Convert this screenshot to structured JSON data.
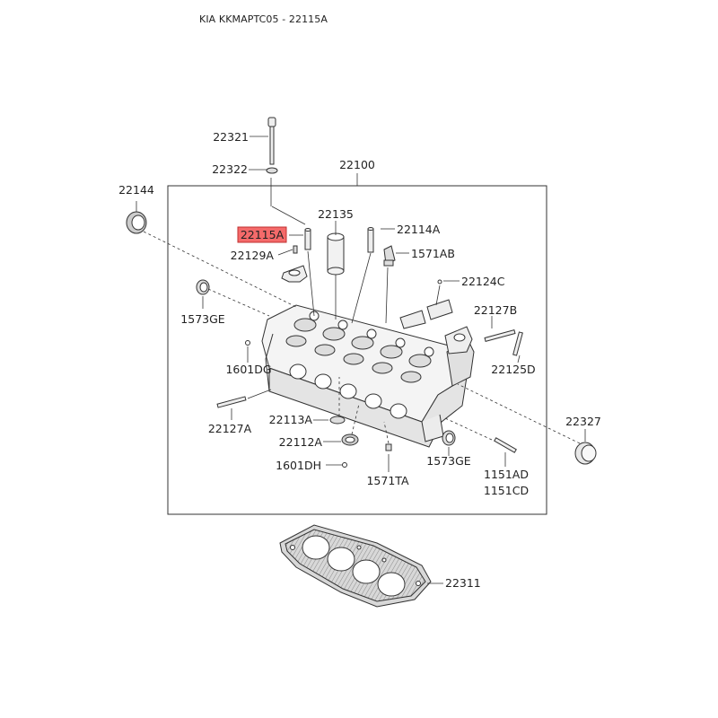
{
  "header": {
    "title": "KIA KKMAPTC05 - 22115A"
  },
  "diagram": {
    "highlight_color": "#f46a6a",
    "line_color": "#333333",
    "labels": [
      {
        "id": "22321",
        "text": "22321"
      },
      {
        "id": "22322",
        "text": "22322"
      },
      {
        "id": "22100",
        "text": "22100"
      },
      {
        "id": "22144",
        "text": "22144"
      },
      {
        "id": "22135",
        "text": "22135"
      },
      {
        "id": "22114A",
        "text": "22114A"
      },
      {
        "id": "22115A",
        "text": "22115A",
        "highlighted": true
      },
      {
        "id": "22129A",
        "text": "22129A"
      },
      {
        "id": "1571AB",
        "text": "1571AB"
      },
      {
        "id": "22124C",
        "text": "22124C"
      },
      {
        "id": "1573GE-left",
        "text": "1573GE"
      },
      {
        "id": "22127B",
        "text": "22127B"
      },
      {
        "id": "1601DG",
        "text": "1601DG"
      },
      {
        "id": "22125D",
        "text": "22125D"
      },
      {
        "id": "22127A",
        "text": "22127A"
      },
      {
        "id": "22113A",
        "text": "22113A"
      },
      {
        "id": "22327",
        "text": "22327"
      },
      {
        "id": "22112A",
        "text": "22112A"
      },
      {
        "id": "1573GE-right",
        "text": "1573GE"
      },
      {
        "id": "1601DH",
        "text": "1601DH"
      },
      {
        "id": "1571TA",
        "text": "1571TA"
      },
      {
        "id": "1151AD",
        "text": "1151AD"
      },
      {
        "id": "1151CD",
        "text": "1151CD"
      },
      {
        "id": "22311",
        "text": "22311"
      }
    ]
  }
}
